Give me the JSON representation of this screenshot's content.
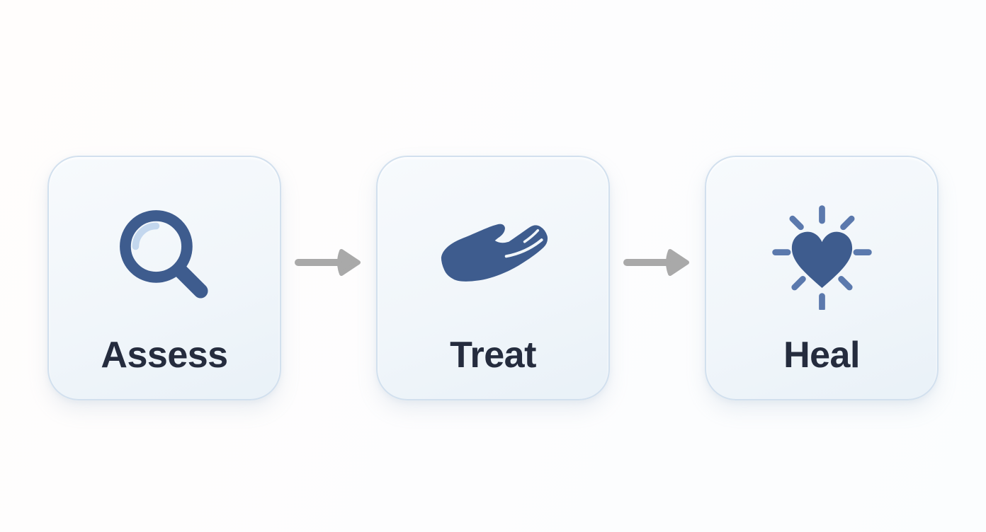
{
  "flow": {
    "steps": [
      {
        "id": "assess",
        "label": "Assess",
        "icon": "search-icon"
      },
      {
        "id": "treat",
        "label": "Treat",
        "icon": "giving-hand-icon"
      },
      {
        "id": "heal",
        "label": "Heal",
        "icon": "radiant-heart-icon"
      }
    ],
    "connectors": [
      {
        "from": "assess",
        "to": "treat",
        "type": "arrow-right"
      },
      {
        "from": "treat",
        "to": "heal",
        "type": "arrow-right"
      }
    ]
  },
  "colors": {
    "icon_primary": "#3e5c8e",
    "ray_accent": "#5b79ad",
    "lens_highlight": "#c3d7ee",
    "arrow": "#a9a9a9",
    "label_text": "#252c3e",
    "card_border": "#d2e0ee",
    "card_background": "#f1f6fa",
    "page_background": "#fdfdfd"
  }
}
